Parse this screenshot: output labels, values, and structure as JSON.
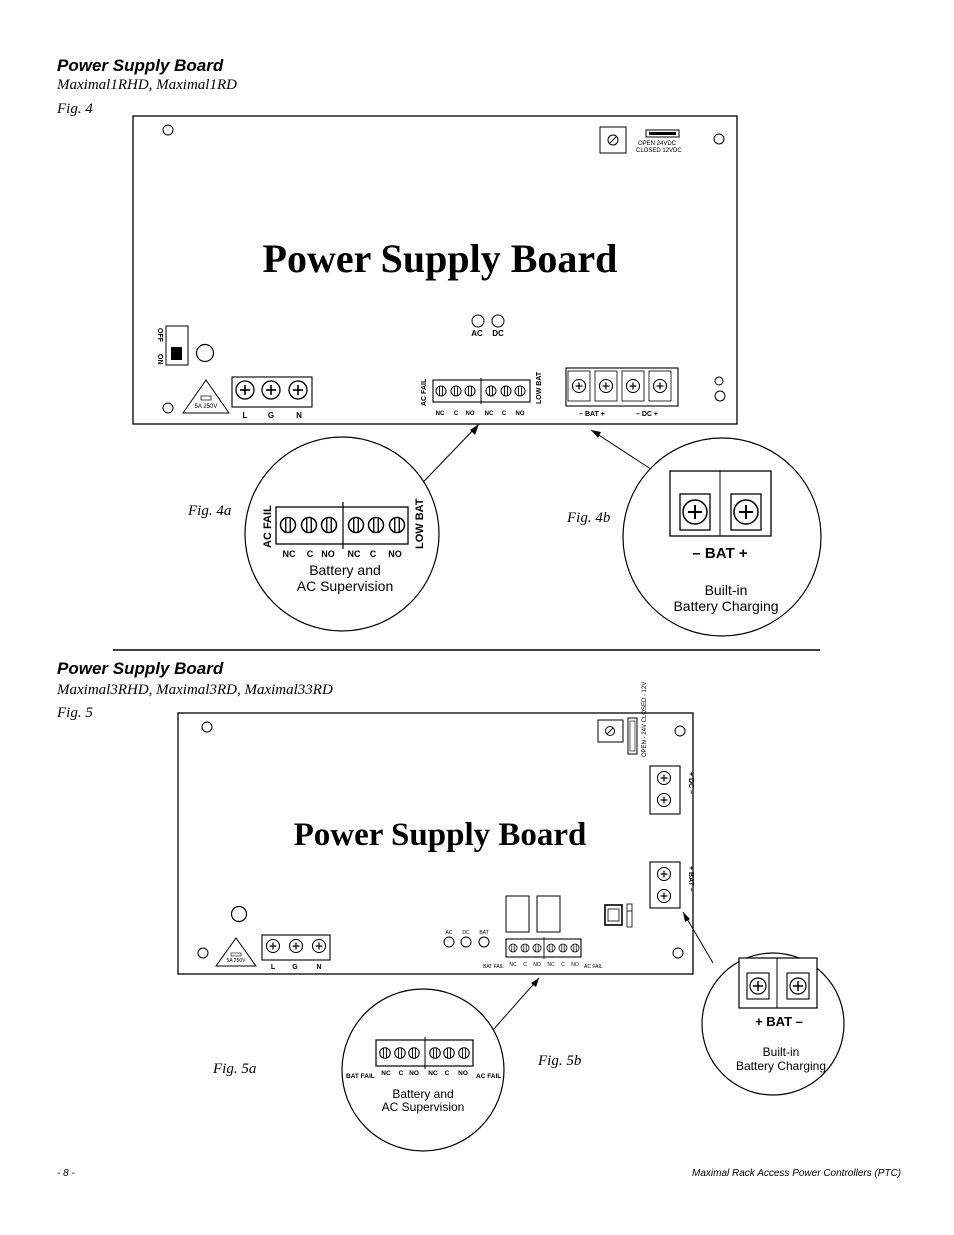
{
  "section1": {
    "heading": "Power Supply Board",
    "models": "Maximal1RHD, Maximal1RD",
    "fig": "Fig. 4",
    "board_title": "Power Supply Board",
    "jumper_label_top": "OPEN   24VDC",
    "jumper_label_bottom": "CLOSED    12VDC",
    "switch_off": "OFF",
    "switch_on": "ON",
    "fuse": "5A 250V",
    "ac_terms": [
      "L",
      "G",
      "N"
    ],
    "led_labels": [
      "AC",
      "DC"
    ],
    "ac_fail": "AC FAIL",
    "low_bat": "LOW BAT",
    "relay_terms": [
      "NC",
      "C",
      "NO",
      "NC",
      "C",
      "NO"
    ],
    "bat_terms": "– BAT +",
    "dc_terms": "–  DC  +",
    "fig_a": "Fig. 4a",
    "fig_b": "Fig. 4b",
    "callout_a_line1": "Battery and",
    "callout_a_line2": "AC Supervision",
    "callout_b_bat": "–  BAT  +",
    "callout_b_line1": "Built-in",
    "callout_b_line2": "Battery Charging"
  },
  "section2": {
    "heading": "Power Supply Board",
    "models": "Maximal3RHD, Maximal3RD, Maximal33RD",
    "fig": "Fig. 5",
    "board_title": "Power Supply Board",
    "jumper_label": "OPEN - 24V CLOSED - 12V",
    "fuse": "5A 250V",
    "ac_terms": [
      "L",
      "G",
      "N"
    ],
    "led_labels": [
      "AC",
      "DC",
      "BAT"
    ],
    "bat_fail": "BAT FAIL",
    "ac_fail": "AC FAIL",
    "relay_terms": [
      "NC",
      "C",
      "NO",
      "NC",
      "C",
      "NO"
    ],
    "dc_side": "+ DC –",
    "bat_side": "+ BAT –",
    "fig_a": "Fig. 5a",
    "fig_b": "Fig. 5b",
    "callout_a_line1": "Battery and",
    "callout_a_line2": "AC Supervision",
    "callout_b_bat": "+  BAT  –",
    "callout_b_line1": "Built-in",
    "callout_b_line2": "Battery Charging"
  },
  "footer": {
    "page": "- 8 -",
    "doc": "Maximal Rack Access Power Controllers (PTC)"
  }
}
